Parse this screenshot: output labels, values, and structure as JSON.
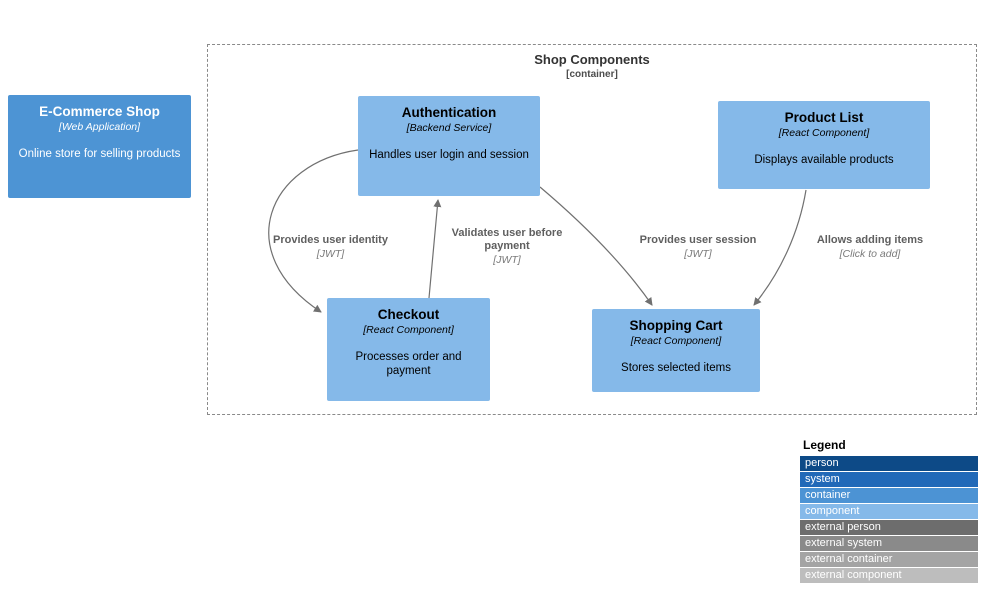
{
  "diagram": {
    "boundary": {
      "title": "Shop Components",
      "subtitle": "[container]"
    },
    "nodes": {
      "ecommerce_shop": {
        "title": "E-Commerce Shop",
        "type": "[Web Application]",
        "desc": "Online store for selling products"
      },
      "authentication": {
        "title": "Authentication",
        "type": "[Backend Service]",
        "desc": "Handles user login and session"
      },
      "product_list": {
        "title": "Product List",
        "type": "[React Component]",
        "desc": "Displays available products"
      },
      "checkout": {
        "title": "Checkout",
        "type": "[React Component]",
        "desc": "Processes order and payment"
      },
      "shopping_cart": {
        "title": "Shopping Cart",
        "type": "[React Component]",
        "desc": "Stores selected items"
      }
    },
    "edges": {
      "auth_to_checkout": {
        "label": "Provides user identity",
        "tech": "[JWT]"
      },
      "checkout_to_auth": {
        "label": "Validates user before payment",
        "tech": "[JWT]"
      },
      "auth_to_cart": {
        "label": "Provides user session",
        "tech": "[JWT]"
      },
      "product_to_cart": {
        "label": "Allows adding items",
        "tech": "[Click to add]"
      }
    }
  },
  "colors": {
    "system_fill": "#4d94d4",
    "component_fill": "#85b9e9",
    "edge": "#707070"
  },
  "legend": {
    "title": "Legend",
    "items": [
      {
        "label": "person",
        "color": "#0d4a87"
      },
      {
        "label": "system",
        "color": "#2169b8"
      },
      {
        "label": "container",
        "color": "#4c93d4"
      },
      {
        "label": "component",
        "color": "#85b9e9"
      },
      {
        "label": "external person",
        "color": "#6d6d6d"
      },
      {
        "label": "external system",
        "color": "#8a8a8a"
      },
      {
        "label": "external container",
        "color": "#a4a4a4"
      },
      {
        "label": "external component",
        "color": "#bdbdbd"
      }
    ]
  }
}
